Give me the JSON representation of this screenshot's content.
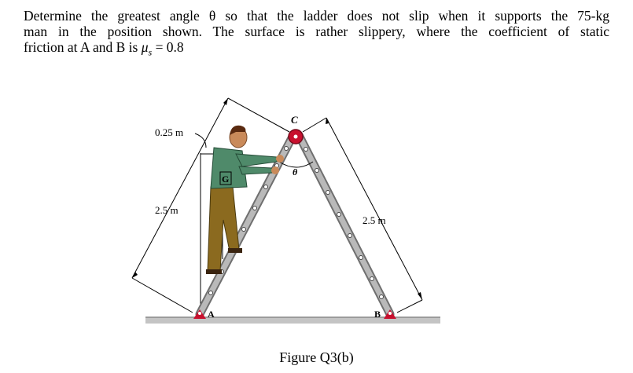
{
  "problem": {
    "line1": "Determine the greatest angle θ so that the ladder does not slip when it supports the 75-kg",
    "line2": "man in the position shown. The surface is rather slippery, where the coefficient of static",
    "line3_prefix": "friction at A and B is ",
    "mu_symbol": "μ",
    "mu_subscript": "s",
    "line3_suffix": " = 0.8"
  },
  "figure": {
    "label_C": "C",
    "label_theta": "θ",
    "label_G": "G",
    "label_A": "A",
    "label_B": "B",
    "dim_offset": "0.25 m",
    "dim_left": "2.5 m",
    "dim_right": "2.5 m",
    "caption": "Figure Q3(b)"
  },
  "colors": {
    "ladder": "#9a9a9a",
    "pin": "#c8102e",
    "shirt": "#4f8a6a",
    "pants": "#8b6a1f",
    "skin": "#c98a5a",
    "hair": "#5a2a10",
    "ground": "#b0b0b0"
  }
}
